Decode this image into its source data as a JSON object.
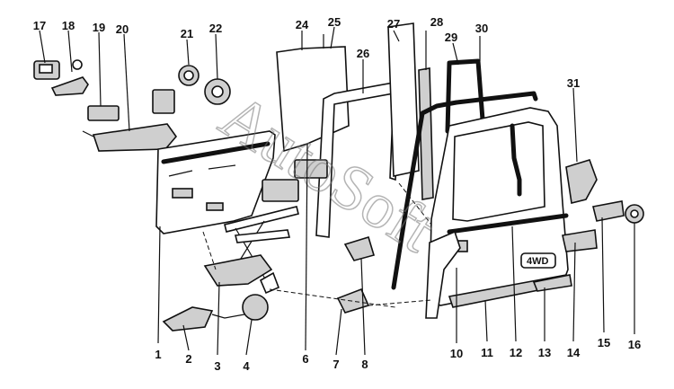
{
  "watermark": "AutoSoft",
  "badge_text": "4WD",
  "callouts": [
    "1",
    "2",
    "3",
    "4",
    "6",
    "7",
    "8",
    "10",
    "11",
    "12",
    "13",
    "14",
    "15",
    "16",
    "17",
    "18",
    "19",
    "20",
    "21",
    "22",
    "24",
    "25",
    "26",
    "27",
    "28",
    "29",
    "30",
    "31"
  ]
}
